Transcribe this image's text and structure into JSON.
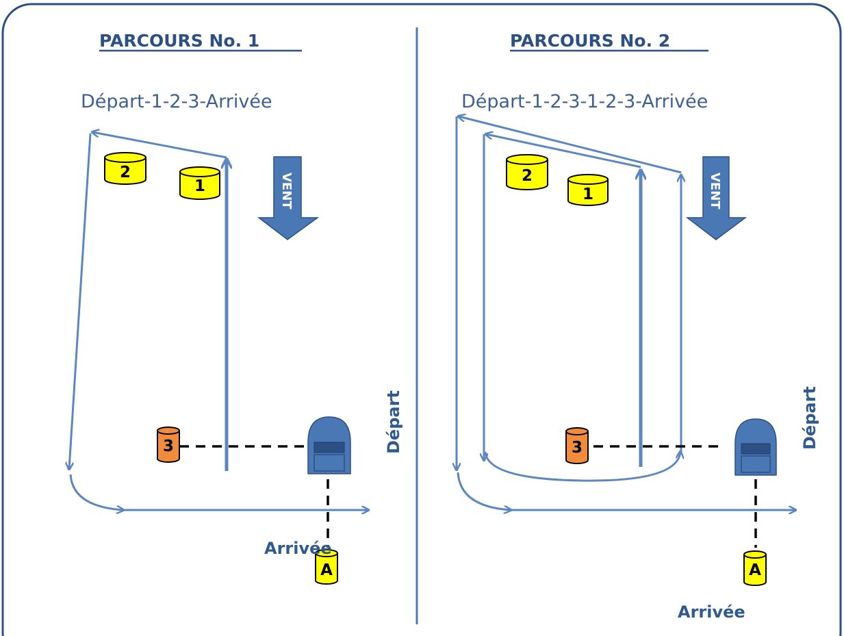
{
  "panel1": {
    "title": "PARCOURS No. 1",
    "sequence": "Départ-1-2-3-Arrivée",
    "wind_label": "VENT",
    "start_label": "Départ",
    "finish_label": "Arrivée",
    "buoys": {
      "b1": "1",
      "b2": "2",
      "b3": "3",
      "bA": "A"
    }
  },
  "panel2": {
    "title": "PARCOURS No. 2",
    "sequence": "Départ-1-2-3-1-2-3-Arrivée",
    "wind_label": "VENT",
    "start_label": "Départ",
    "finish_label": "Arrivée",
    "buoys": {
      "b1": "1",
      "b2": "2",
      "b3": "3",
      "bA": "A"
    }
  },
  "colors": {
    "frame": "#2c4f86",
    "course_line": "#5b86c0",
    "wind_arrow": "#4a78b5",
    "buoy_yellow": "#ffff00",
    "buoy_orange": "#f08c3c",
    "committee_boat": "#4a78b5"
  }
}
